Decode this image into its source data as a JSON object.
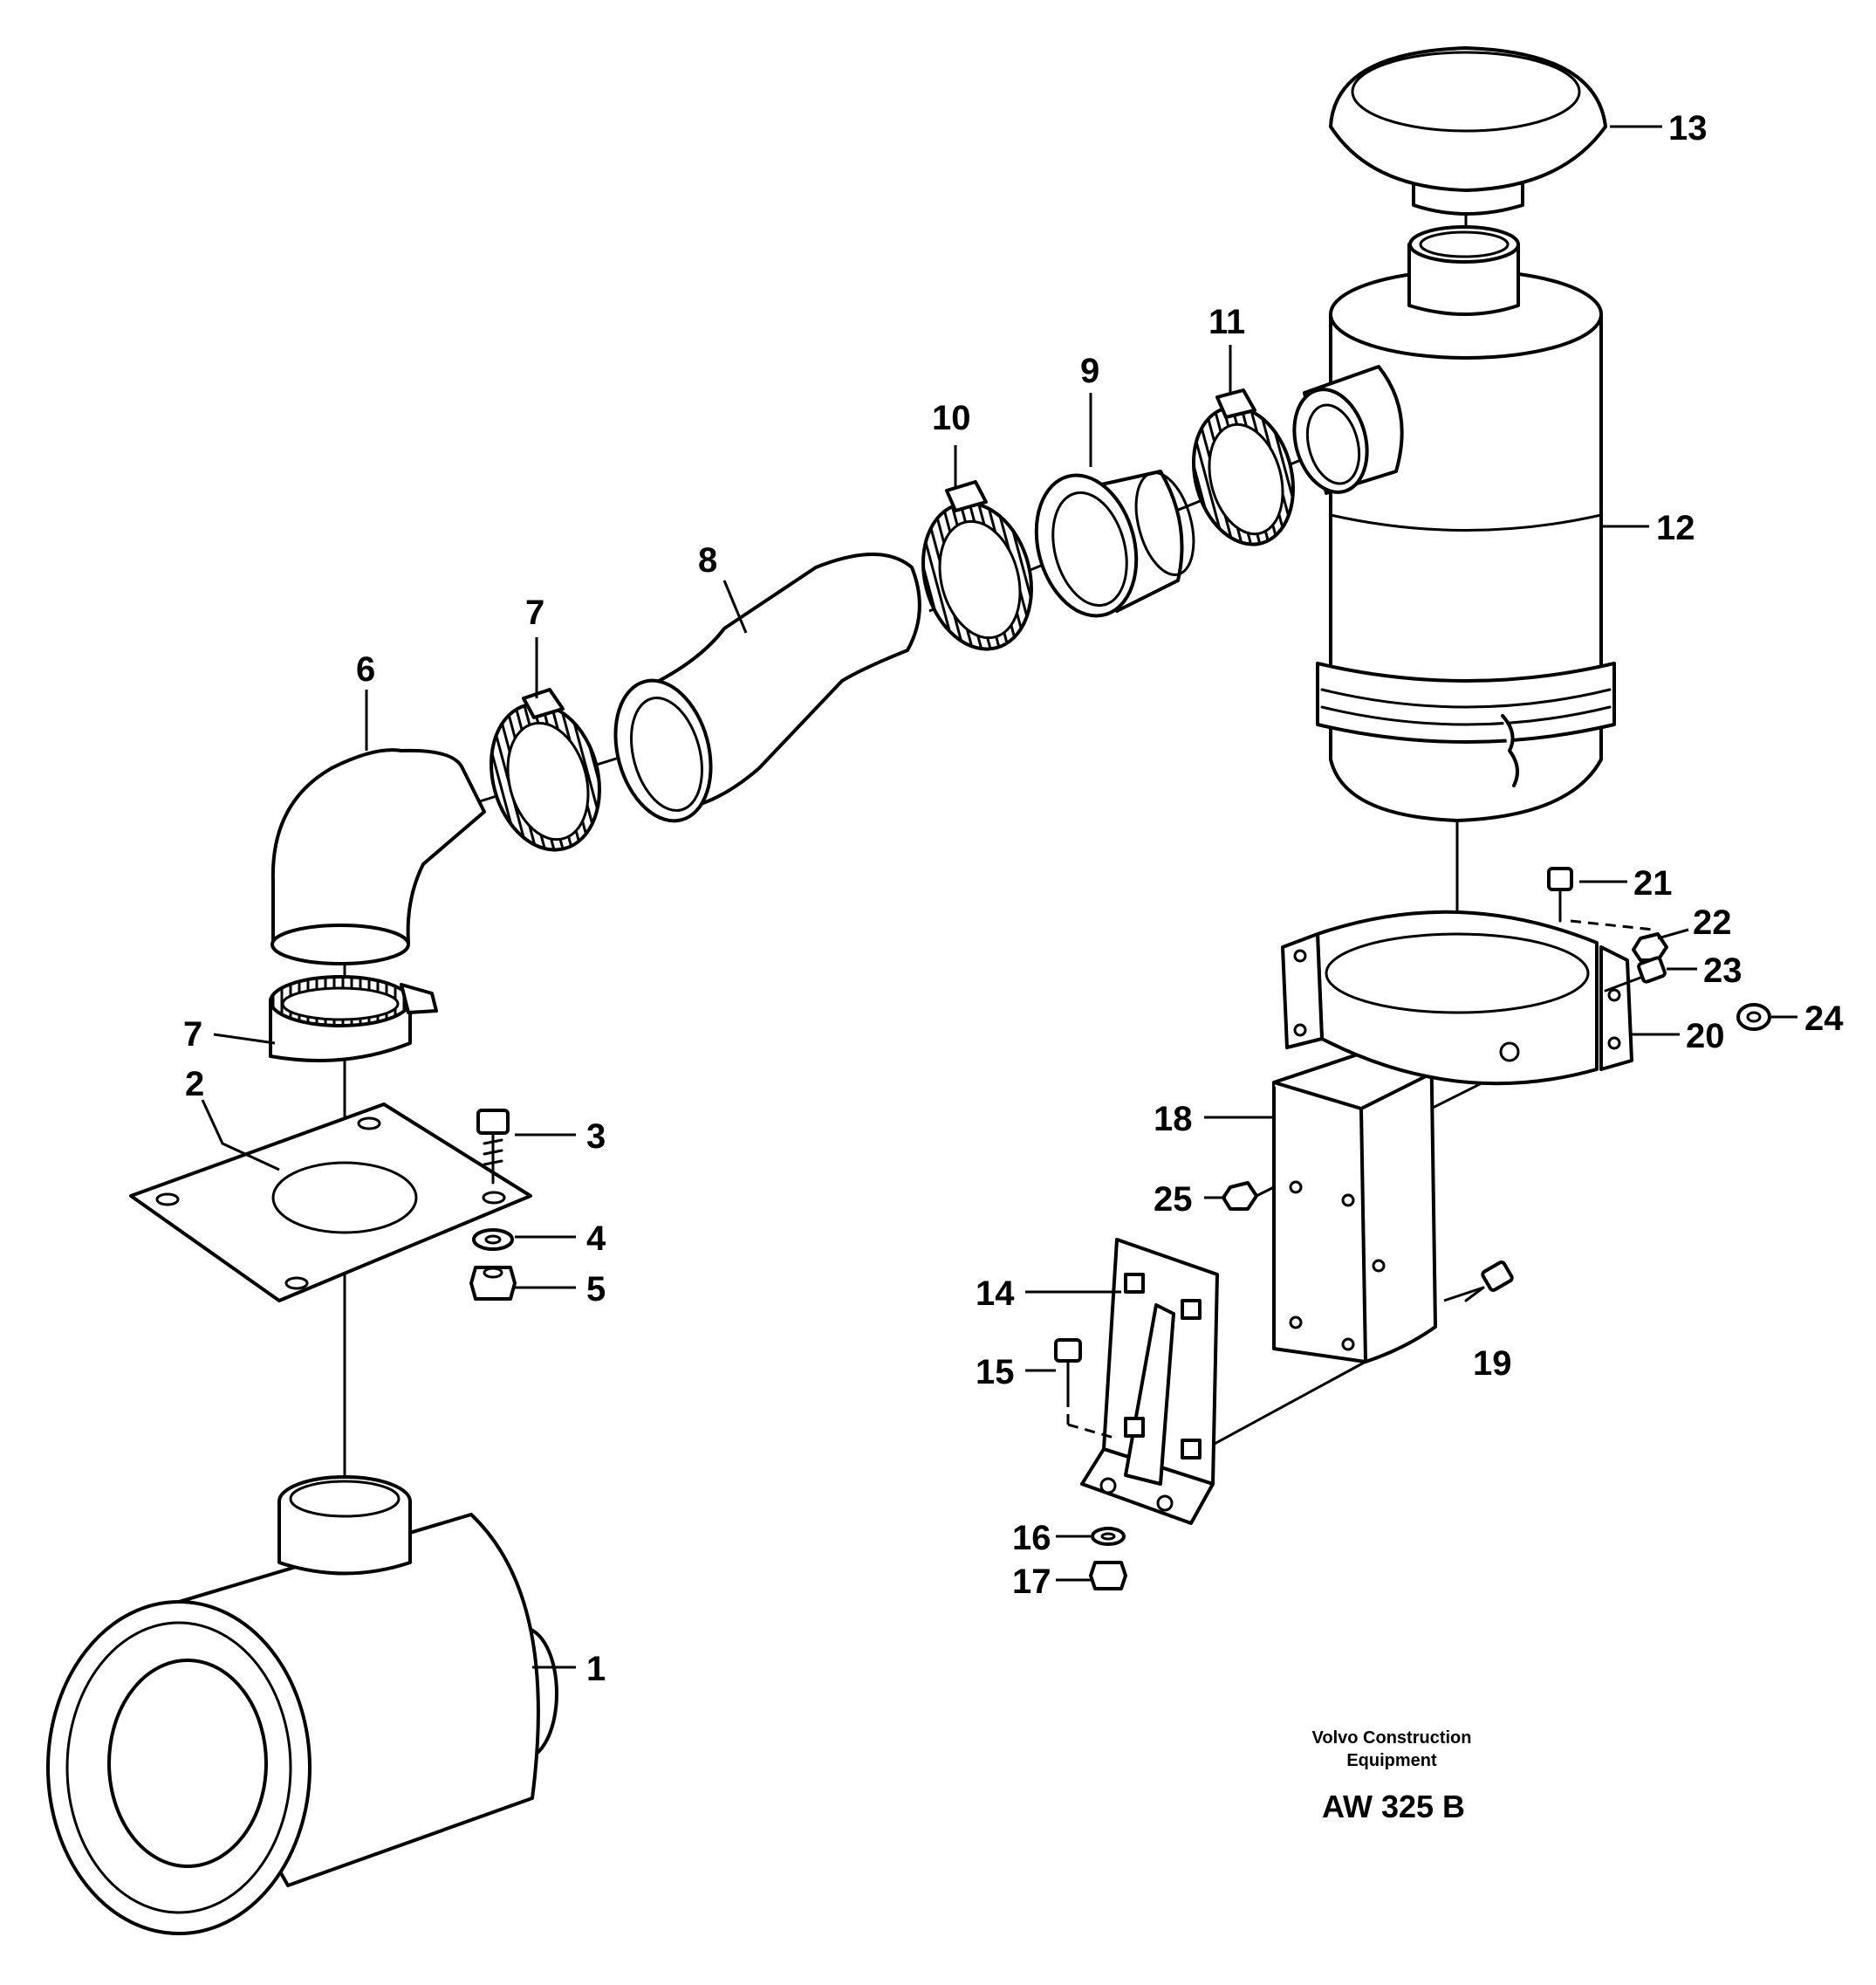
{
  "callouts": [
    "1",
    "2",
    "3",
    "4",
    "5",
    "6",
    "7",
    "7",
    "8",
    "9",
    "10",
    "11",
    "12",
    "13",
    "14",
    "15",
    "16",
    "17",
    "18",
    "19",
    "20",
    "21",
    "22",
    "23",
    "24",
    "25"
  ],
  "maker": {
    "line1": "Volvo Construction",
    "line2": "Equipment"
  },
  "drawing_code": "AW 325 B"
}
